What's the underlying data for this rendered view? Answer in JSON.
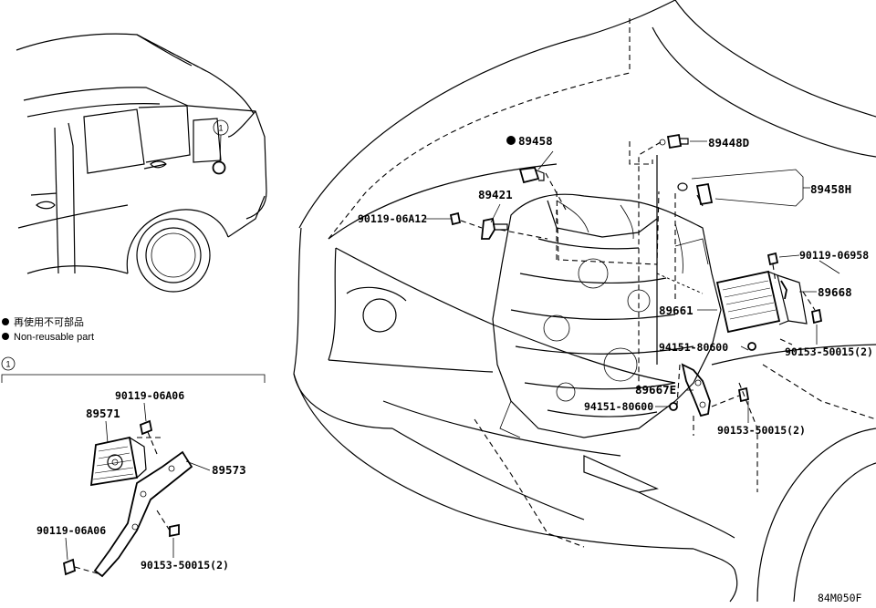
{
  "diagram_code": "84M050F",
  "legend": {
    "line_jp": "再使用不可部品",
    "line_en": "Non-reusable part",
    "callout_number": "1"
  },
  "parts_main": {
    "p89458": "89458",
    "p89448D": "89448D",
    "p89458H": "89458H",
    "p89421": "89421",
    "p90119_06A12": "90119-06A12",
    "p90119_06958": "90119-06958",
    "p89668": "89668",
    "p89661": "89661",
    "p90153_50015_a": "90153-50015(2)",
    "p94151_80600_a": "94151-80600",
    "p94151_80600_b": "94151-80600",
    "p89667E": "89667E",
    "p90153_50015_b": "90153-50015(2)"
  },
  "parts_inset": {
    "p90119_06A06_a": "90119-06A06",
    "p89571": "89571",
    "p89573": "89573",
    "p90119_06A06_b": "90119-06A06",
    "p90153_50015_c": "90153-50015(2)"
  }
}
